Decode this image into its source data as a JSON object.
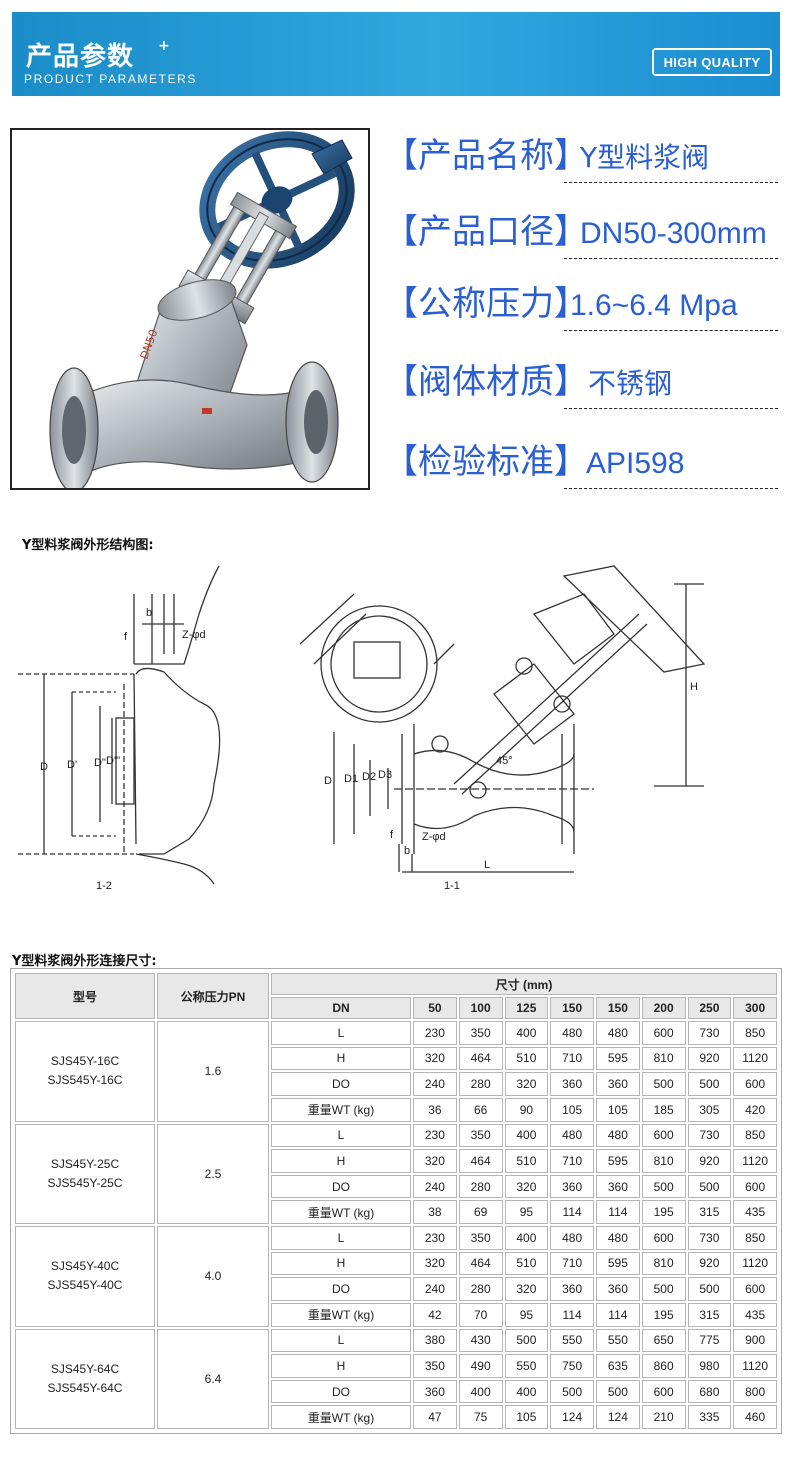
{
  "banner": {
    "title": "产品参数",
    "plus": "+",
    "subtitle": "PRODUCT PARAMETERS",
    "badge": "HIGH QUALITY"
  },
  "specs": [
    {
      "label": "【产品名称】",
      "value": "Y型料浆阀"
    },
    {
      "label": "【产品口径】",
      "value": "DN50-300mm"
    },
    {
      "label": "【公称压力】",
      "value": "1.6~6.4 Mpa"
    },
    {
      "label": "【阀体材质】",
      "value": "不锈钢"
    },
    {
      "label": "【检验标准】",
      "value": "API598"
    }
  ],
  "diagram": {
    "title": "Y型料浆阀外形结构图:",
    "labels": {
      "view_left": "1-2",
      "view_right": "1-1",
      "D": "D",
      "Dp": "D'",
      "D1p": "D\"",
      "D2p": "D'''",
      "b": "b",
      "f": "f",
      "Zd": "Z-φd",
      "D1": "D1",
      "D2": "D2",
      "D3": "D3",
      "L": "L",
      "H": "H",
      "angle": "45°",
      "b2": "b",
      "f2": "f",
      "Zd2": "Z-φd"
    }
  },
  "table": {
    "title": "Y型料浆阀外形连接尺寸:",
    "headers": {
      "model": "型号",
      "pn": "公称压力PN",
      "size": "尺寸 (mm)",
      "dn": "DN"
    },
    "dn_values": [
      "50",
      "100",
      "125",
      "150",
      "150",
      "200",
      "250",
      "300"
    ],
    "groups": [
      {
        "model": "SJS45Y-16C\nSJS545Y-16C",
        "pn": "1.6",
        "rows": [
          {
            "param": "L",
            "values": [
              "230",
              "350",
              "400",
              "480",
              "480",
              "600",
              "730",
              "850"
            ]
          },
          {
            "param": "H",
            "values": [
              "320",
              "464",
              "510",
              "710",
              "595",
              "810",
              "920",
              "1120"
            ]
          },
          {
            "param": "DO",
            "values": [
              "240",
              "280",
              "320",
              "360",
              "360",
              "500",
              "500",
              "600"
            ]
          },
          {
            "param": "重量WT (kg)",
            "values": [
              "36",
              "66",
              "90",
              "105",
              "105",
              "185",
              "305",
              "420"
            ]
          }
        ]
      },
      {
        "model": "SJS45Y-25C\nSJS545Y-25C",
        "pn": "2.5",
        "rows": [
          {
            "param": "L",
            "values": [
              "230",
              "350",
              "400",
              "480",
              "480",
              "600",
              "730",
              "850"
            ]
          },
          {
            "param": "H",
            "values": [
              "320",
              "464",
              "510",
              "710",
              "595",
              "810",
              "920",
              "1120"
            ]
          },
          {
            "param": "DO",
            "values": [
              "240",
              "280",
              "320",
              "360",
              "360",
              "500",
              "500",
              "600"
            ]
          },
          {
            "param": "重量WT (kg)",
            "values": [
              "38",
              "69",
              "95",
              "114",
              "114",
              "195",
              "315",
              "435"
            ]
          }
        ]
      },
      {
        "model": "SJS45Y-40C\nSJS545Y-40C",
        "pn": "4.0",
        "rows": [
          {
            "param": "L",
            "values": [
              "230",
              "350",
              "400",
              "480",
              "480",
              "600",
              "730",
              "850"
            ]
          },
          {
            "param": "H",
            "values": [
              "320",
              "464",
              "510",
              "710",
              "595",
              "810",
              "920",
              "1120"
            ]
          },
          {
            "param": "DO",
            "values": [
              "240",
              "280",
              "320",
              "360",
              "360",
              "500",
              "500",
              "600"
            ]
          },
          {
            "param": "重量WT (kg)",
            "values": [
              "42",
              "70",
              "95",
              "114",
              "114",
              "195",
              "315",
              "435"
            ]
          }
        ]
      },
      {
        "model": "SJS45Y-64C\nSJS545Y-64C",
        "pn": "6.4",
        "rows": [
          {
            "param": "L",
            "values": [
              "380",
              "430",
              "500",
              "550",
              "550",
              "650",
              "775",
              "900"
            ]
          },
          {
            "param": "H",
            "values": [
              "350",
              "490",
              "550",
              "750",
              "635",
              "860",
              "980",
              "1120"
            ]
          },
          {
            "param": "DO",
            "values": [
              "360",
              "400",
              "400",
              "500",
              "500",
              "600",
              "680",
              "800"
            ]
          },
          {
            "param": "重量WT (kg)",
            "values": [
              "47",
              "75",
              "105",
              "124",
              "124",
              "210",
              "335",
              "460"
            ]
          }
        ]
      }
    ]
  }
}
